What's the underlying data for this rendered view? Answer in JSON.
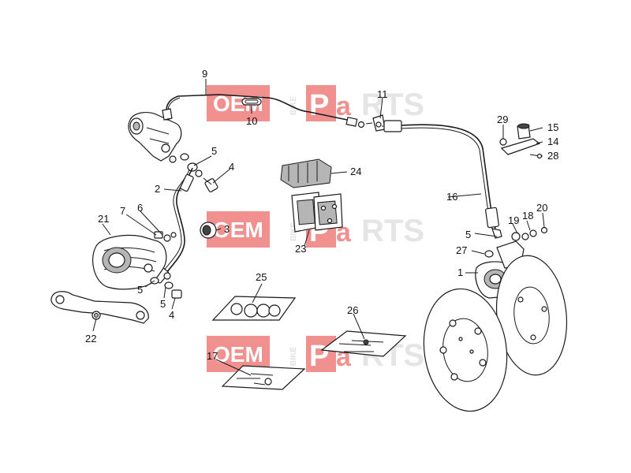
{
  "watermark": {
    "oem": "OEM",
    "bike": "BIKE",
    "parts_prefix": "P",
    "parts_a": "a",
    "parts_suffix": "RTS",
    "brand_color": "#e53935"
  },
  "labels": {
    "l1": "1",
    "l2": "2",
    "l3": "3",
    "l4a": "4",
    "l4b": "4",
    "l5a": "5",
    "l5b": "5",
    "l5c": "5",
    "l5d": "5",
    "l6": "6",
    "l7": "7",
    "l9": "9",
    "l10": "10",
    "l11": "11",
    "l14": "14",
    "l15": "15",
    "l16": "16",
    "l17": "17",
    "l18": "18",
    "l19": "19",
    "l20": "20",
    "l21": "21",
    "l22": "22",
    "l23": "23",
    "l24": "24",
    "l25": "25",
    "l26": "26",
    "l27": "27",
    "l28": "28",
    "l29": "29"
  }
}
